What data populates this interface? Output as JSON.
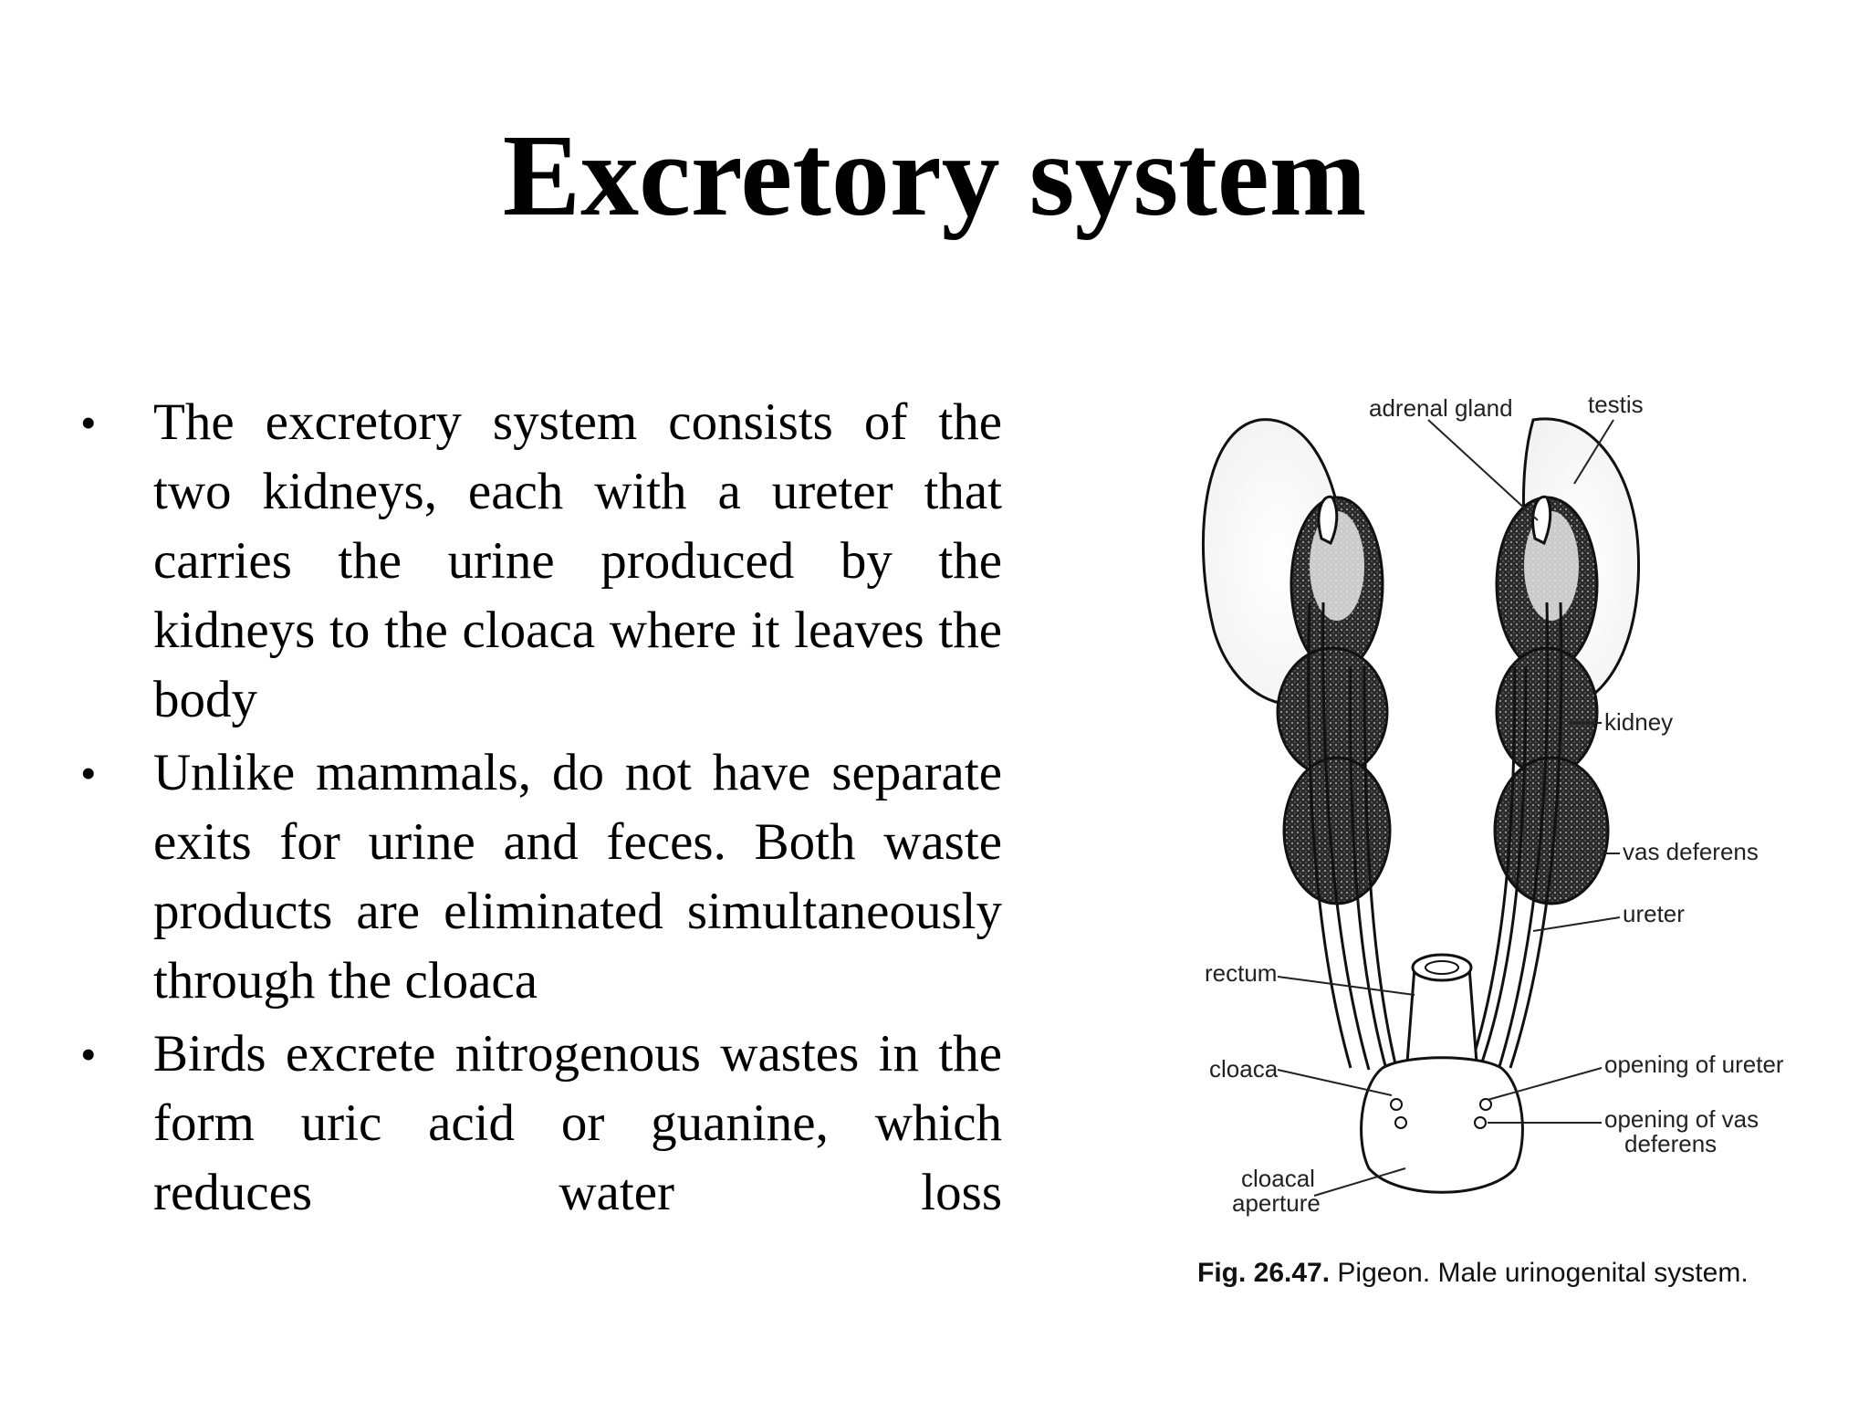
{
  "slide": {
    "title": "Excretory system",
    "bullets": [
      {
        "marker": "•",
        "text": "The excretory system consists of the two kidneys, each with a ureter that carries the urine produced by the kidneys to the cloaca where it leaves the body"
      },
      {
        "marker": "•",
        "text": "Unlike mammals, do not have separate exits for urine and feces. Both waste products are eliminated simultaneously through the cloaca"
      },
      {
        "marker": "•",
        "text": "Birds excrete nitrogenous wastes  in the form uric acid or guanine, which reduces water loss"
      }
    ]
  },
  "figure": {
    "labels": {
      "adrenal_gland": "adrenal gland",
      "testis": "testis",
      "kidney": "kidney",
      "vas_deferens": "vas deferens",
      "ureter": "ureter",
      "rectum": "rectum",
      "cloaca": "cloaca",
      "opening_of_ureter": "opening of ureter",
      "opening_of_vas_deferens_1": "opening of vas",
      "opening_of_vas_deferens_2": "deferens",
      "cloacal_aperture_1": "cloacal",
      "cloacal_aperture_2": "aperture"
    },
    "caption_number": "Fig. 26.47.",
    "caption_text": " Pigeon. Male urinogenital system."
  }
}
